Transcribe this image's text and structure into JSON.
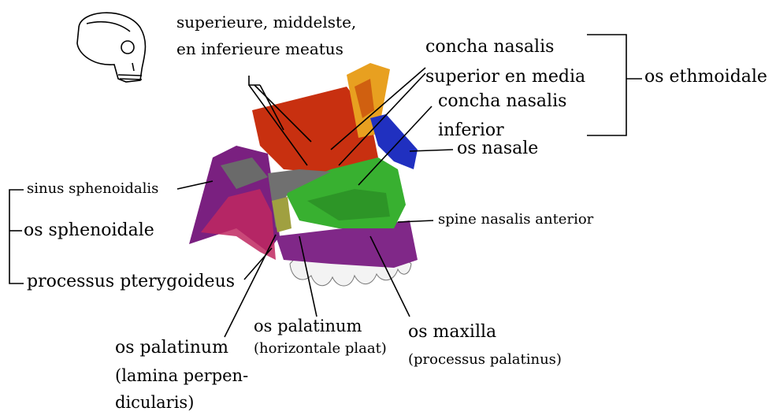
{
  "labels": {
    "meatus_1": "superieure, middelste,",
    "meatus_2": "en inferieure meatus",
    "concha_sup_1": "concha nasalis",
    "concha_sup_2": "superior en media",
    "concha_inf_1": "concha nasalis",
    "concha_inf_2": "inferior",
    "os_ethmoidale": "os ethmoidale",
    "os_nasale": "os nasale",
    "sinus_sphenoidalis": "sinus sphenoidalis",
    "os_sphenoidale": "os sphenoidale",
    "processus_pterygoideus": "processus pterygoideus",
    "spine_nasalis": "spine nasalis anterior",
    "palatinum_h_1": "os palatinum",
    "palatinum_h_2": "(horizontale plaat)",
    "maxilla_1": "os maxilla",
    "maxilla_2": "(processus palatinus)",
    "palatinum_l_1": "os palatinum",
    "palatinum_l_2": "(lamina perpen-",
    "palatinum_l_3": "dicularis)"
  },
  "colors": {
    "ethmoid_top": "#e8a020",
    "ethmoid_red": "#c83010",
    "nasal_blue": "#2030c0",
    "green": "#38b030",
    "purple": "#802888",
    "pink": "#c02860",
    "gray": "#707070",
    "olive": "#a0a040",
    "teeth": "#f0f0f0",
    "line": "#000000"
  },
  "icons": {
    "skull": "skull-orientation-icon"
  }
}
